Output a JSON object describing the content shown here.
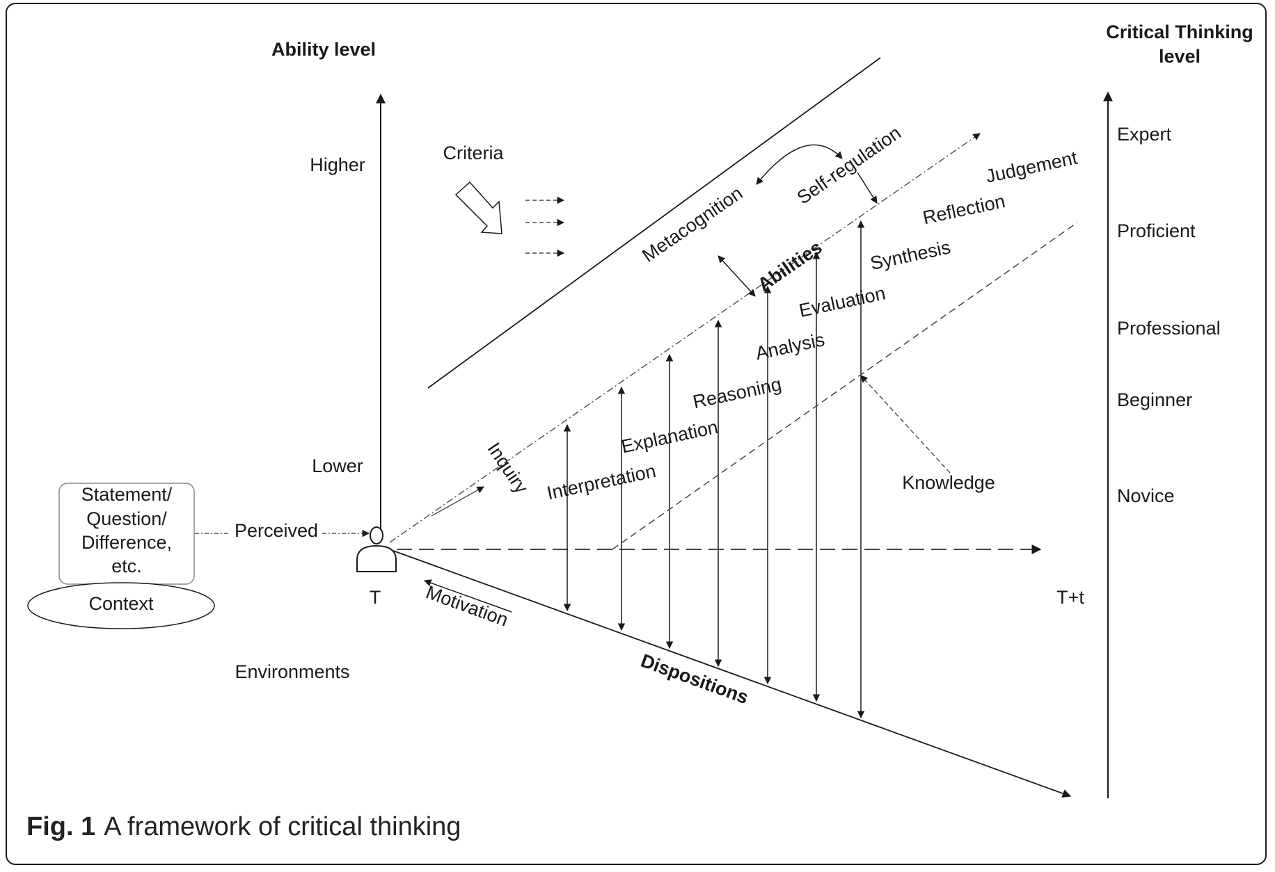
{
  "figure": {
    "caption_number": "Fig. 1",
    "caption_text": "A framework of critical thinking"
  },
  "axes": {
    "ability_title": "Ability level",
    "higher": "Higher",
    "lower": "Lower",
    "ct_title_line1": "Critical Thinking",
    "ct_title_line2": "level",
    "time_start": "T",
    "time_end": "T+t"
  },
  "ct_levels": [
    "Expert",
    "Proficient",
    "Professional",
    "Beginner",
    "Novice"
  ],
  "context": {
    "statement_lines": [
      "Statement/",
      "Question/",
      "Difference,",
      "etc."
    ],
    "context": "Context",
    "environments": "Environments",
    "perceived": "Perceived"
  },
  "labels": {
    "criteria": "Criteria",
    "metacognition": "Metacognition",
    "self_regulation": "Self-regulation",
    "abilities": "Abilities",
    "inquiry": "Inquiry",
    "motivation": "Motivation",
    "dispositions": "Dispositions",
    "knowledge": "Knowledge"
  },
  "abilities_list": [
    "Interpretation",
    "Explanation",
    "Reasoning",
    "Analysis",
    "Evaluation",
    "Synthesis",
    "Reflection",
    "Judgement"
  ]
}
